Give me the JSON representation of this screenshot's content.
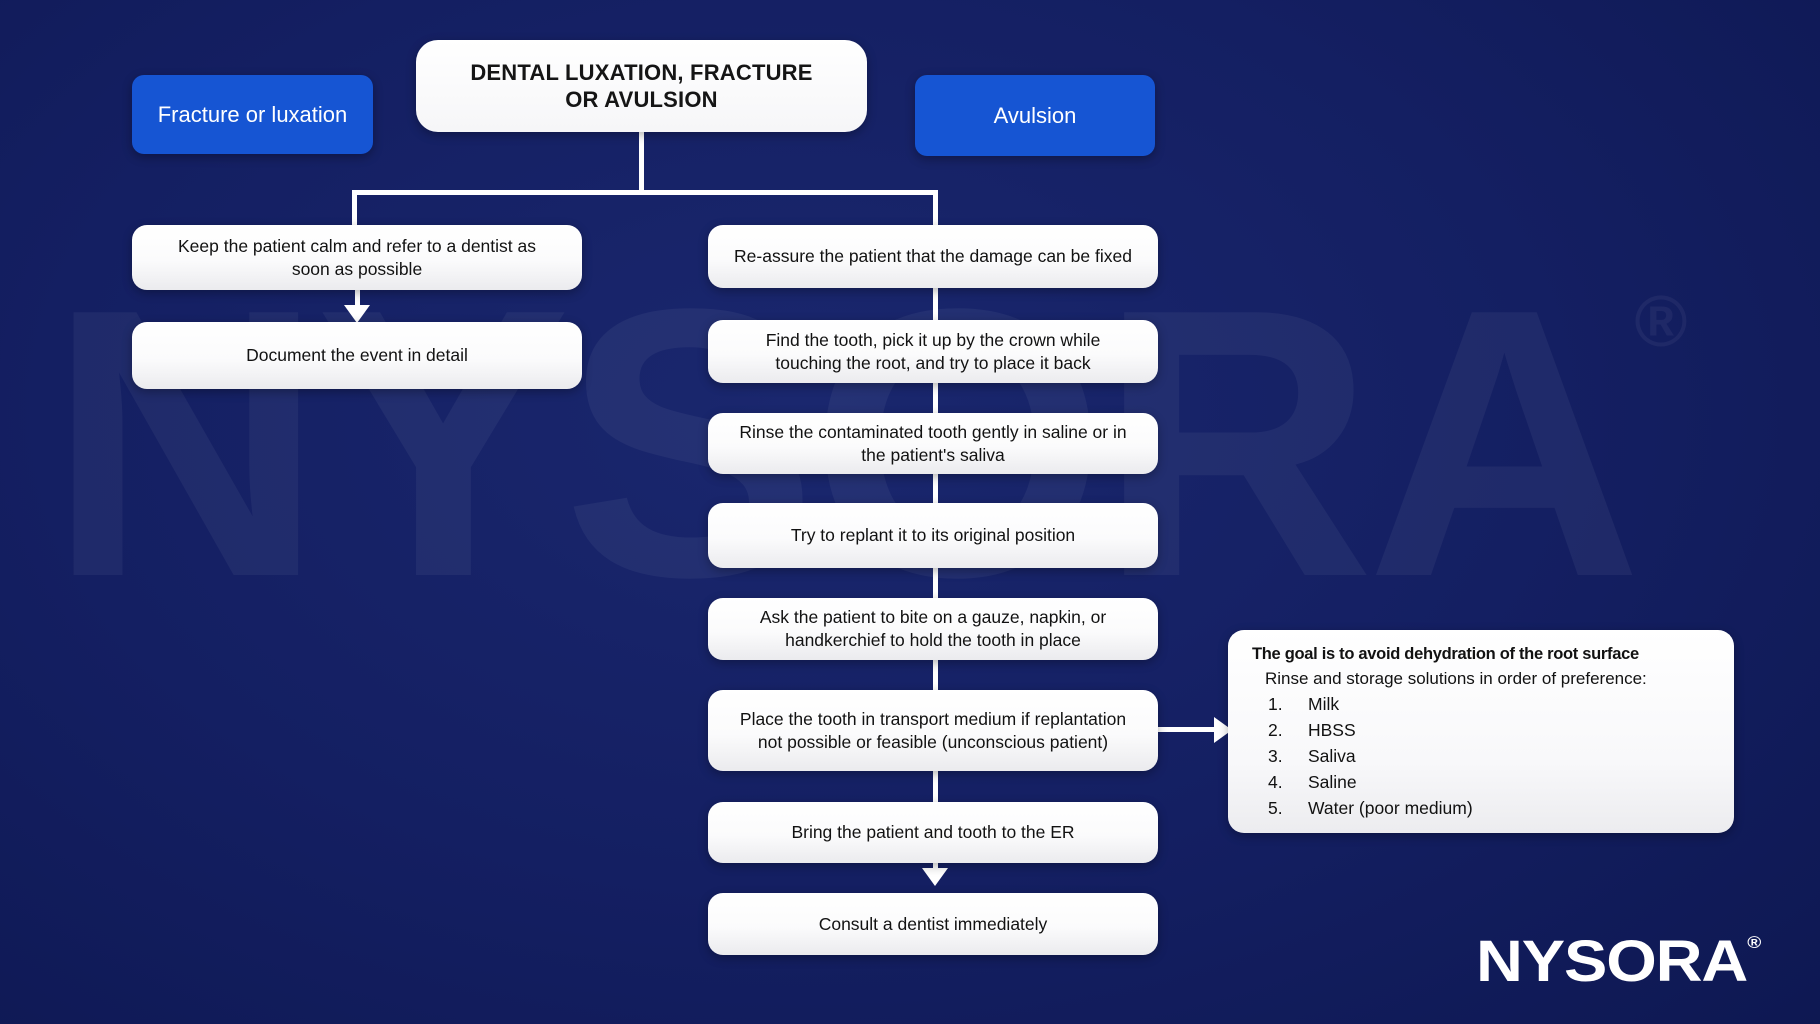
{
  "title_lines": [
    "DENTAL LUXATION, FRACTURE",
    "OR AVULSION"
  ],
  "branches": {
    "left_label": "Fracture or luxation",
    "right_label": "Avulsion"
  },
  "left_steps": [
    "Keep the patient calm and refer to a dentist as soon as possible",
    "Document the event in detail"
  ],
  "right_steps": [
    "Re-assure the patient that the damage can be fixed",
    "Find the tooth, pick it up by the crown while touching the root, and try to place it back",
    "Rinse the contaminated tooth gently in saline or in the patient's saliva",
    "Try to replant it to its original position",
    "Ask the patient to bite on a gauze, napkin, or handkerchief to hold the tooth in place",
    "Place the tooth in transport medium if replantation not possible or feasible (unconscious patient)",
    "Bring the patient and tooth to the ER",
    "Consult a dentist immediately"
  ],
  "note": {
    "heading": "The goal is to avoid dehydration of the root surface",
    "subheading": "Rinse and storage solutions in order of preference:",
    "items": [
      "Milk",
      "HBSS",
      "Saliva",
      "Saline",
      "Water (poor medium)"
    ]
  },
  "watermark": {
    "text": "NYSORA",
    "registered_mark": "®"
  },
  "logo": {
    "text": "NYSORA",
    "registered_mark": "®"
  },
  "colors": {
    "background_navy": "#141f62",
    "accent_blue": "#1655d3",
    "box_white": "#ffffff",
    "text_dark": "#121212",
    "line_white": "#ffffff"
  }
}
